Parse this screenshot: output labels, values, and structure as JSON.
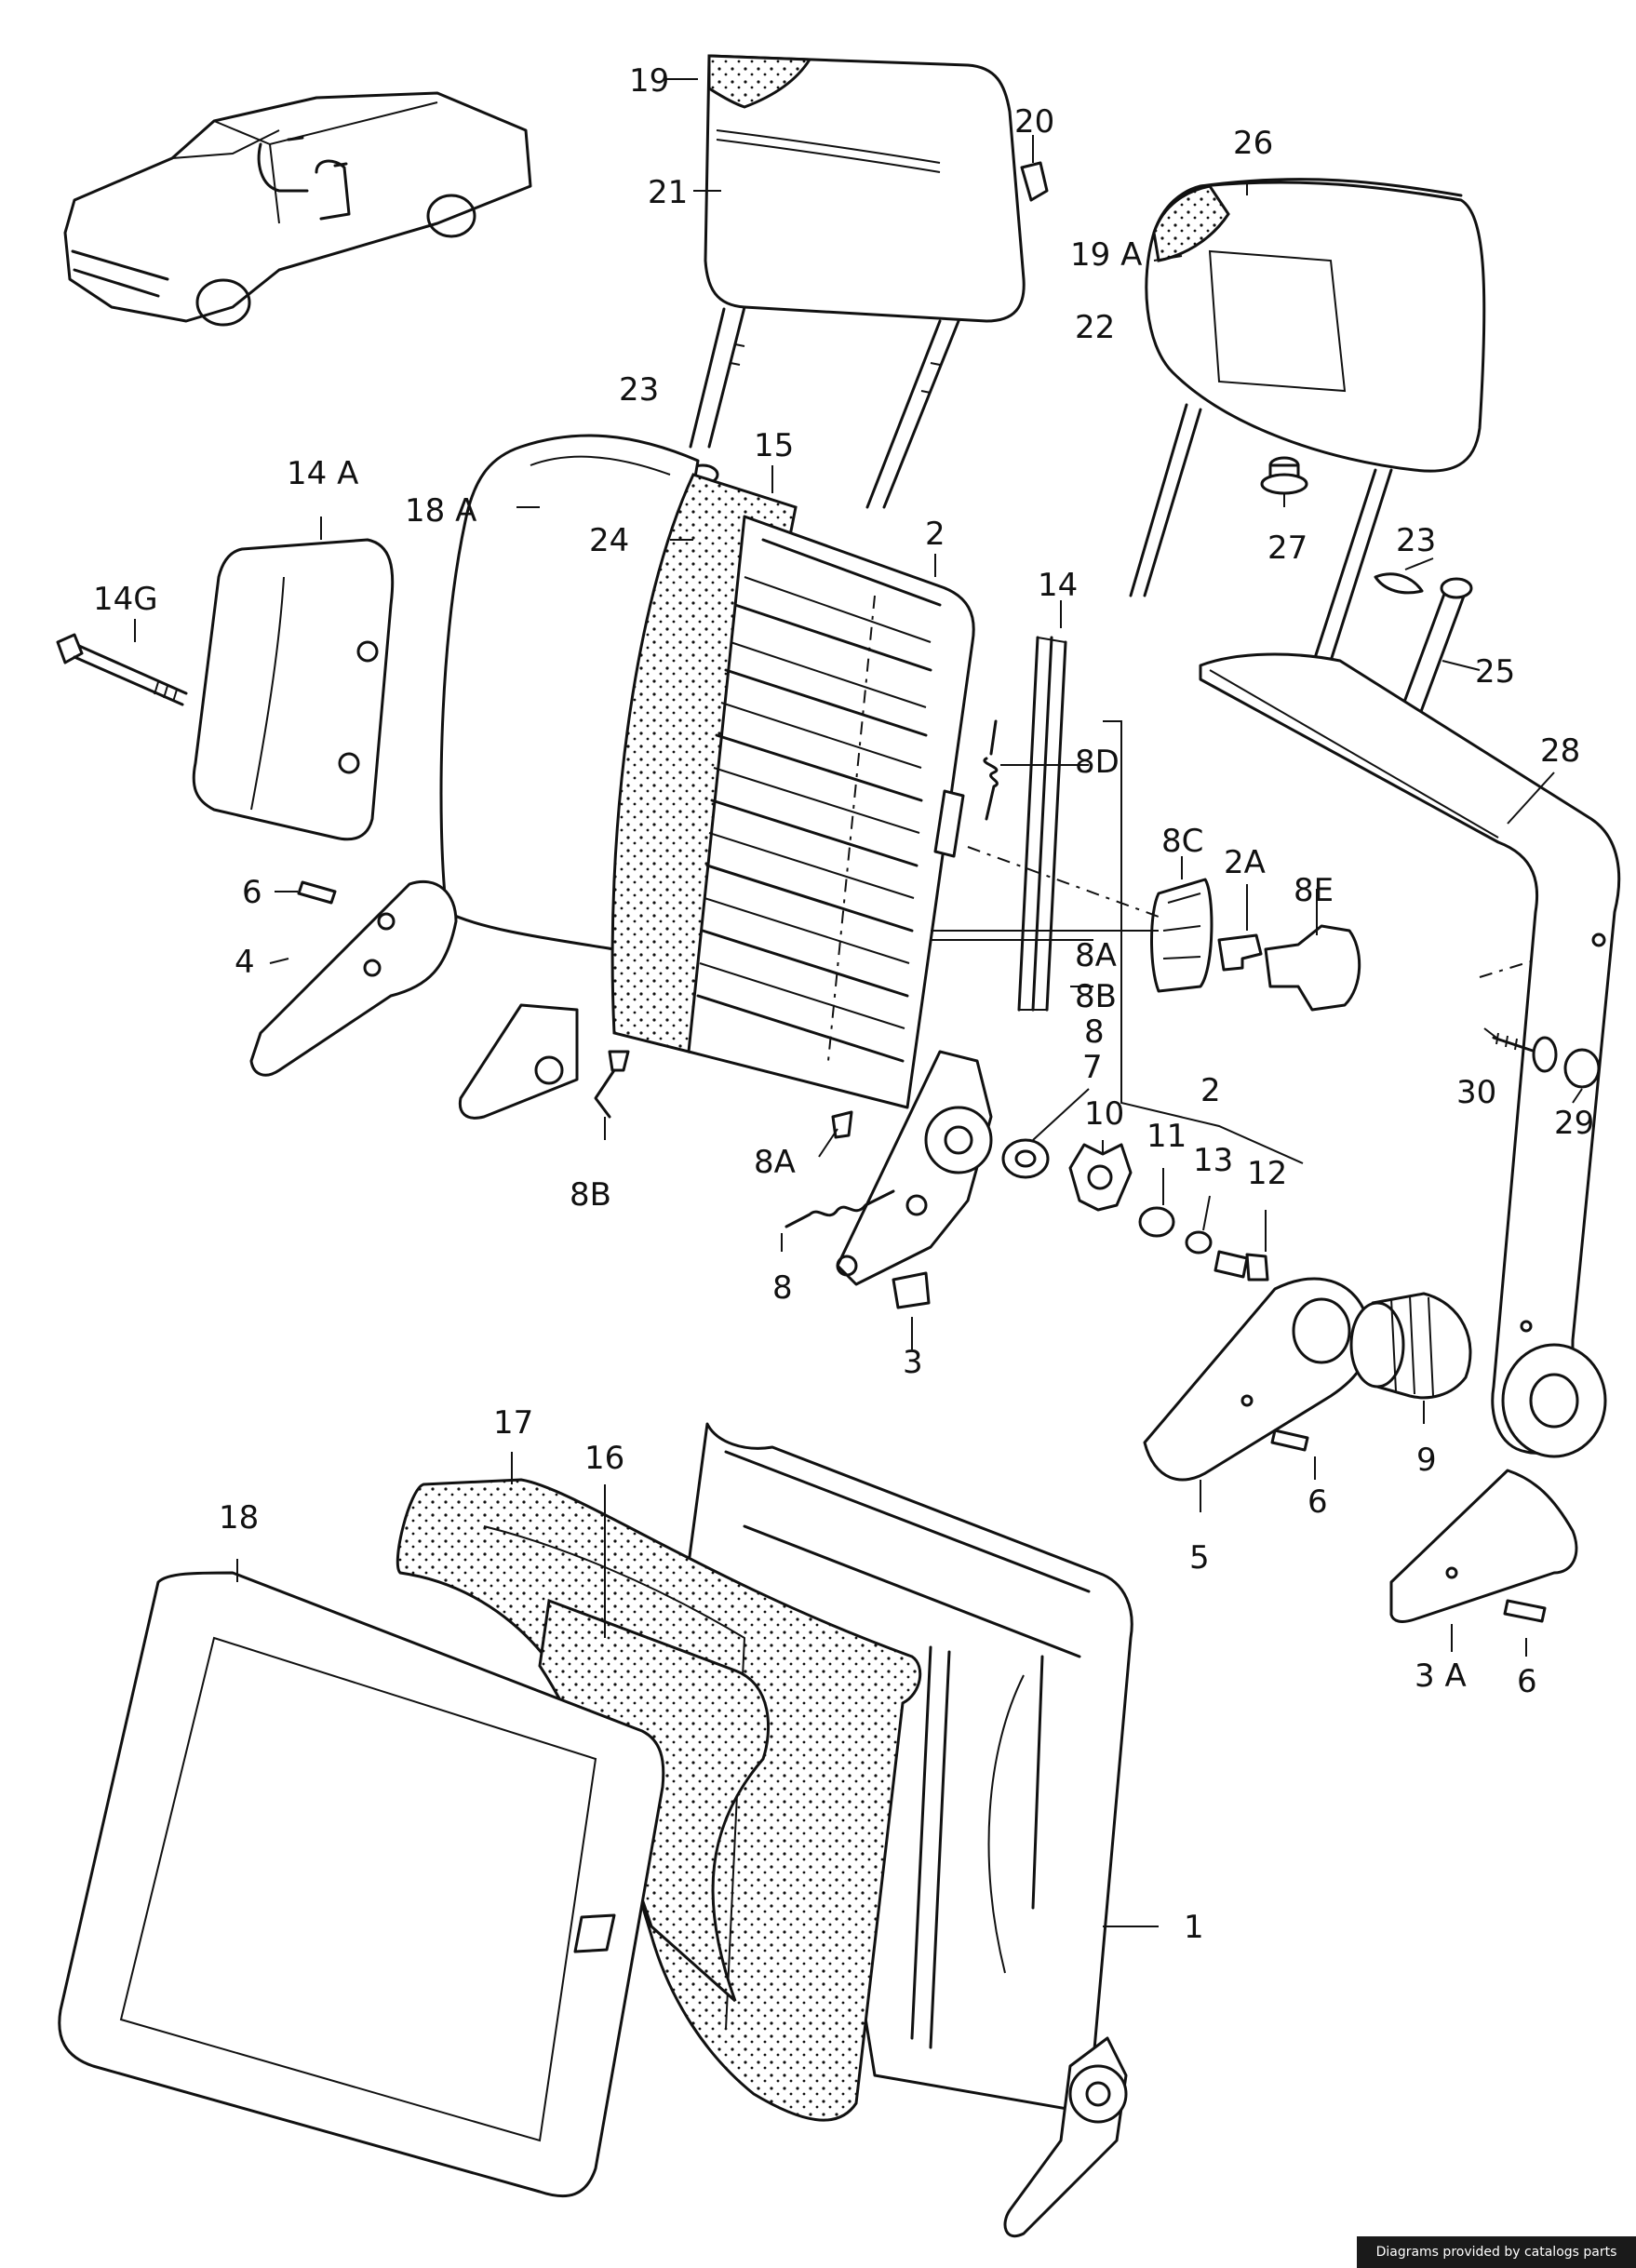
{
  "labels": [
    {
      "id": "19",
      "text": "19"
    },
    {
      "id": "21",
      "text": "21"
    },
    {
      "id": "20",
      "text": "20"
    },
    {
      "id": "26",
      "text": "26"
    },
    {
      "id": "19A",
      "text": "19 A"
    },
    {
      "id": "22",
      "text": "22"
    },
    {
      "id": "27",
      "text": "27"
    },
    {
      "id": "23a",
      "text": "23"
    },
    {
      "id": "23b",
      "text": "23"
    },
    {
      "id": "25",
      "text": "25"
    },
    {
      "id": "28",
      "text": "28"
    },
    {
      "id": "15",
      "text": "15"
    },
    {
      "id": "18A",
      "text": "18 A"
    },
    {
      "id": "24",
      "text": "24"
    },
    {
      "id": "14A",
      "text": "14 A"
    },
    {
      "id": "14G",
      "text": "14G"
    },
    {
      "id": "2a",
      "text": "2"
    },
    {
      "id": "14",
      "text": "14"
    },
    {
      "id": "8D",
      "text": "8D"
    },
    {
      "id": "8C",
      "text": "8C"
    },
    {
      "id": "2A",
      "text": "2A"
    },
    {
      "id": "8E",
      "text": "8E"
    },
    {
      "id": "6a",
      "text": "6"
    },
    {
      "id": "4",
      "text": "4"
    },
    {
      "id": "8A_1",
      "text": "8A"
    },
    {
      "id": "8B_1",
      "text": "8B"
    },
    {
      "id": "8_top",
      "text": "8"
    },
    {
      "id": "7",
      "text": "7"
    },
    {
      "id": "10",
      "text": "10"
    },
    {
      "id": "2b",
      "text": "2"
    },
    {
      "id": "11",
      "text": "11"
    },
    {
      "id": "13",
      "text": "13"
    },
    {
      "id": "12",
      "text": "12"
    },
    {
      "id": "30",
      "text": "30"
    },
    {
      "id": "29",
      "text": "29"
    },
    {
      "id": "8A_2",
      "text": "8A"
    },
    {
      "id": "8B_2",
      "text": "8B"
    },
    {
      "id": "8_low",
      "text": "8"
    },
    {
      "id": "3",
      "text": "3"
    },
    {
      "id": "9",
      "text": "9"
    },
    {
      "id": "6b",
      "text": "6"
    },
    {
      "id": "5",
      "text": "5"
    },
    {
      "id": "17",
      "text": "17"
    },
    {
      "id": "16",
      "text": "16"
    },
    {
      "id": "18",
      "text": "18"
    },
    {
      "id": "1",
      "text": "1"
    },
    {
      "id": "3A",
      "text": "3 A"
    },
    {
      "id": "6c",
      "text": "6"
    }
  ],
  "footer": {
    "credit": "Diagrams provided by catalogs parts"
  }
}
